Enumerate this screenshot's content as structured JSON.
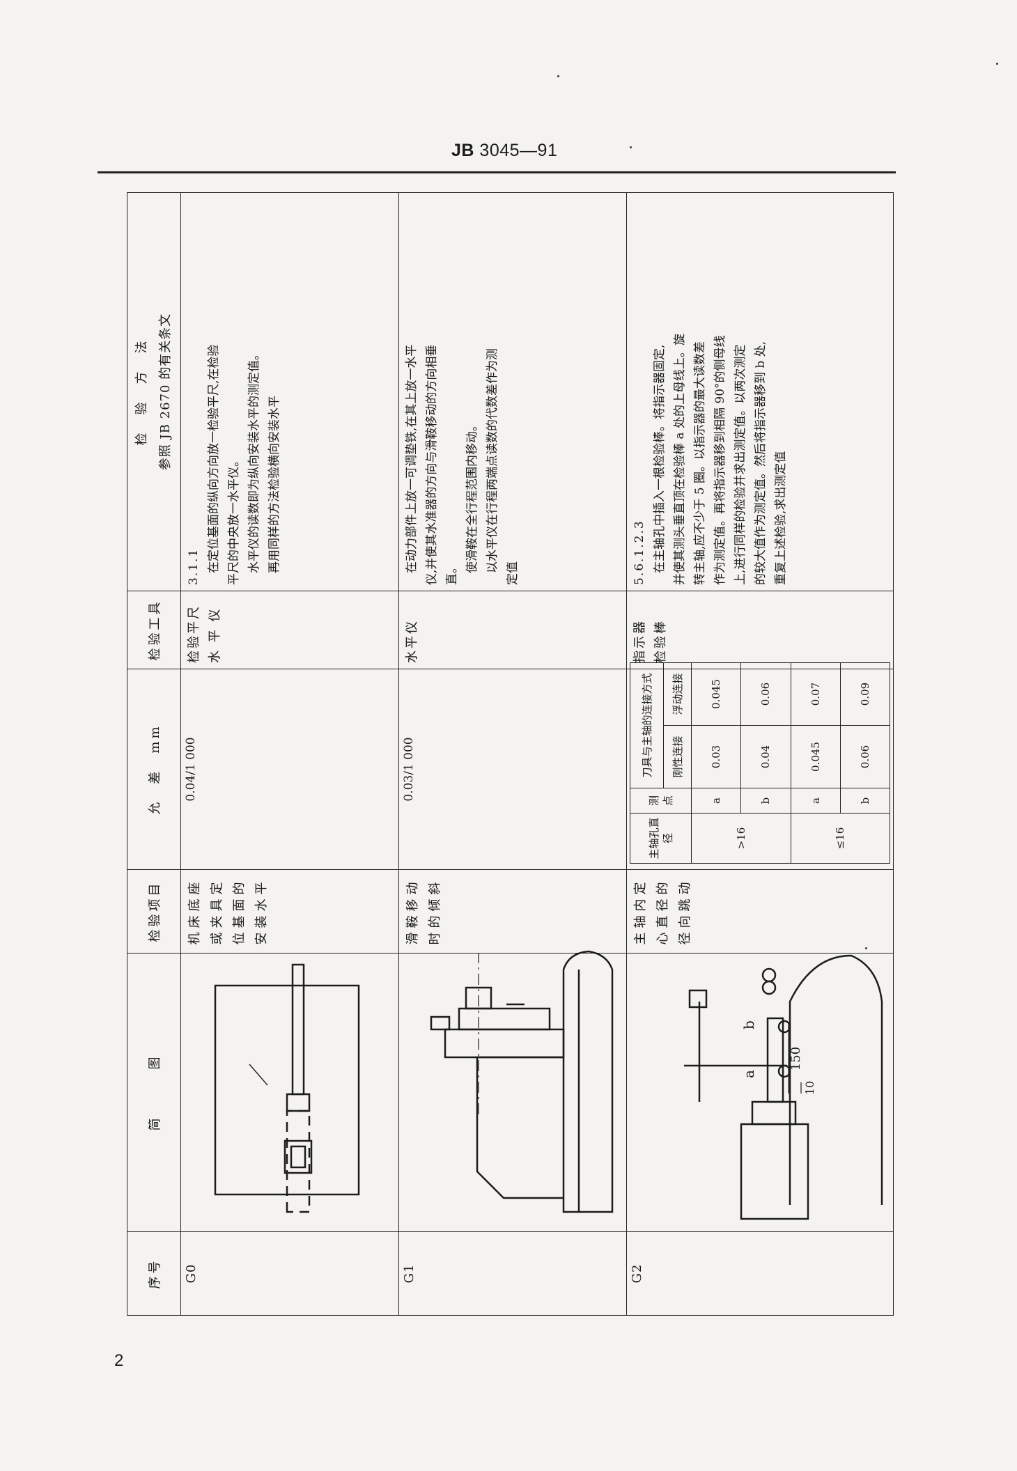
{
  "header": {
    "standard_prefix": "JB",
    "standard_number": "3045—91"
  },
  "page_number": "2",
  "table": {
    "headers": {
      "seq": "序号",
      "figure": "简　　　图",
      "item": "检验项目",
      "tolerance": "允　差　mm",
      "tools": "检验工具",
      "method_title": "检　验　方　法",
      "method_subtitle": "参照 JB 2670 的有关条文"
    },
    "rows": [
      {
        "seq": "G0",
        "item": "机床底座或夹具定位基面的安装水平",
        "tolerance": "0.04/1 000",
        "tools": [
          "检验平尺",
          "水 平 仪"
        ],
        "method": [
          "3.1.1",
          "　在定位基面的纵向方向放一检验平尺,在检验",
          "平尺的中央放一水平仪。",
          "　水平仪的读数即为纵向安装水平的测定值。",
          "　再用同样的方法检验横向安装水平"
        ]
      },
      {
        "seq": "G1",
        "item": "滑鞍移动时的倾斜",
        "tolerance": "0.03/1 000",
        "tools": [
          "水平仪"
        ],
        "method": [
          "　在动力部件上放一可调垫铁,在其上放一水平",
          "仪,并使其水准器的方向与滑鞍移动的方向相垂",
          "直。",
          "　使滑鞍在全行程范围内移动。",
          "　以水平仪在行程两端点读数的代数差作为测",
          "定值"
        ]
      },
      {
        "seq": "G2",
        "item": "主轴内定心直径的径向跳动",
        "tolerance_table": {
          "col_diameter": "主轴孔直径",
          "col_point": "测点",
          "col_conn": "刀具与主轴的连接方式",
          "col_rigid": "刚性连接",
          "col_float": "浮动连接",
          "rows": [
            {
              "diameter": ">16",
              "point": "a",
              "rigid": "0.03",
              "float": "0.045"
            },
            {
              "diameter": "",
              "point": "b",
              "rigid": "0.04",
              "float": "0.06"
            },
            {
              "diameter": "≤16",
              "point": "a",
              "rigid": "0.045",
              "float": "0.07"
            },
            {
              "diameter": "",
              "point": "b",
              "rigid": "0.06",
              "float": "0.09"
            }
          ]
        },
        "tools": [
          "指示器",
          "检验棒"
        ],
        "method": [
          "5.6.1.2.3",
          "　在主轴孔中插入一根检验棒。将指示器固定,",
          "并使其测头垂直顶在检验棒 a 处的上母线上。旋",
          "转主轴,应不少于 5 圈。以指示器的最大读数差",
          "作为测定值。再将指示器移到相隔 90°的侧母线",
          "上,进行同样的检验并求出测定值。以两次测定",
          "的较大值作为测定值。然后将指示器移到 b 处,",
          "重复上述检验,求出测定值"
        ],
        "figure_labels": {
          "a": "a",
          "b": "b",
          "dim_150": "150",
          "dim_10": "10"
        }
      }
    ]
  },
  "colors": {
    "ink": "#1c1c1c",
    "paper": "#f4f3ef"
  }
}
